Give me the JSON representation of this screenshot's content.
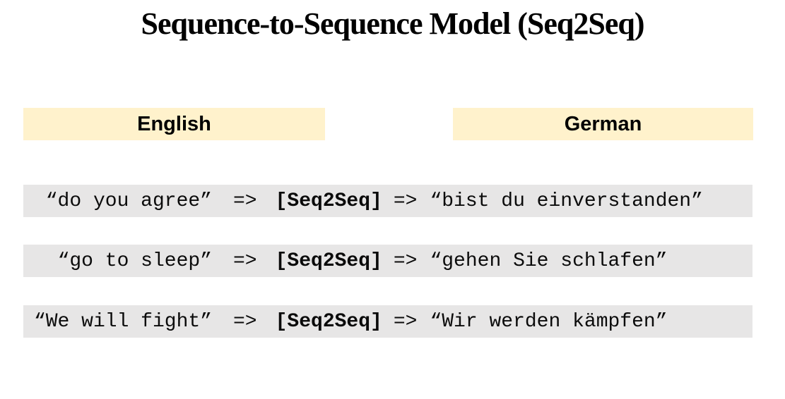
{
  "title": "Sequence-to-Sequence Model (Seq2Seq)",
  "columns": {
    "left": "English",
    "right": "German"
  },
  "arrow": "=>",
  "model_label": "[Seq2Seq]",
  "rows": [
    {
      "english": "“do you agree”",
      "german": "“bist du einverstanden”"
    },
    {
      "english": "“go to sleep”",
      "german": "“gehen Sie schlafen”"
    },
    {
      "english": "“We will fight”",
      "german": "“Wir werden kämpfen”"
    }
  ],
  "colors": {
    "header_bg": "#FFF2CC",
    "row_bg": "#E7E6E6",
    "text": "#000000"
  }
}
